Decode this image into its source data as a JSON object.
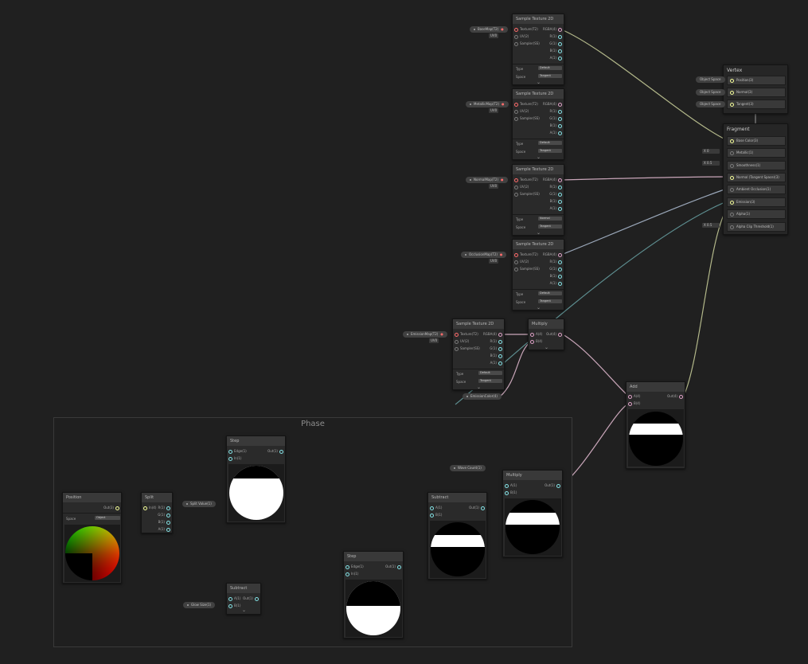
{
  "group": {
    "title": "Phase"
  },
  "nodes": {
    "sample1": {
      "title": "Sample Texture 2D",
      "in": [
        "Texture(T2)",
        "UV(2)",
        "Sampler(SS)"
      ],
      "out": [
        "RGBA(4)",
        "R(1)",
        "G(1)",
        "B(1)",
        "A(1)"
      ],
      "type_label": "Type",
      "type_value": "Default",
      "space_label": "Space",
      "space_value": "Tangent"
    },
    "sample2": {
      "title": "Sample Texture 2D",
      "in": [
        "Texture(T2)",
        "UV(2)",
        "Sampler(SS)"
      ],
      "out": [
        "RGBA(4)",
        "R(1)",
        "G(1)",
        "B(1)",
        "A(1)"
      ],
      "type_label": "Type",
      "type_value": "Default",
      "space_label": "Space",
      "space_value": "Tangent"
    },
    "sample3": {
      "title": "Sample Texture 2D",
      "in": [
        "Texture(T2)",
        "UV(2)",
        "Sampler(SS)"
      ],
      "out": [
        "RGBA(4)",
        "R(1)",
        "G(1)",
        "B(1)",
        "A(1)"
      ],
      "type_label": "Type",
      "type_value": "Normal",
      "space_label": "Space",
      "space_value": "Tangent"
    },
    "sample4": {
      "title": "Sample Texture 2D",
      "in": [
        "Texture(T2)",
        "UV(2)",
        "Sampler(SS)"
      ],
      "out": [
        "RGBA(4)",
        "R(1)",
        "G(1)",
        "B(1)",
        "A(1)"
      ],
      "type_label": "Type",
      "type_value": "Default",
      "space_label": "Space",
      "space_value": "Tangent"
    },
    "sample5": {
      "title": "Sample Texture 2D",
      "in": [
        "Texture(T2)",
        "UV(2)",
        "Sampler(SS)"
      ],
      "out": [
        "RGBA(4)",
        "R(1)",
        "G(1)",
        "B(1)",
        "A(1)"
      ],
      "type_label": "Type",
      "type_value": "Default",
      "space_label": "Space",
      "space_value": "Tangent"
    },
    "multiply_top": {
      "title": "Multiply",
      "in": [
        "A(4)",
        "B(4)"
      ],
      "out": [
        "Out(4)"
      ]
    },
    "add": {
      "title": "Add",
      "in": [
        "A(4)",
        "B(4)"
      ],
      "out": [
        "Out(4)"
      ]
    },
    "position": {
      "title": "Position",
      "out": [
        "Out(3)"
      ],
      "space_label": "Space",
      "space_value": "Object"
    },
    "split": {
      "title": "Split",
      "in": [
        "In(4)"
      ],
      "out": [
        "R(1)",
        "G(1)",
        "B(1)",
        "A(1)"
      ]
    },
    "step1": {
      "title": "Step",
      "in": [
        "Edge(1)",
        "In(1)"
      ],
      "out": [
        "Out(1)"
      ]
    },
    "step2": {
      "title": "Step",
      "in": [
        "Edge(1)",
        "In(1)"
      ],
      "out": [
        "Out(1)"
      ]
    },
    "subtract1": {
      "title": "Subtract",
      "in": [
        "A(1)",
        "B(1)"
      ],
      "out": [
        "Out(1)"
      ]
    },
    "subtract2": {
      "title": "Subtract",
      "in": [
        "A(1)",
        "B(1)"
      ],
      "out": [
        "Out(1)"
      ]
    },
    "multiply_bottom": {
      "title": "Multiply",
      "in": [
        "A(1)",
        "B(1)"
      ],
      "out": [
        "Out(1)"
      ]
    }
  },
  "pills": {
    "basemap": "BaseMap(T2)",
    "metallicmap": "MetallicMap(T2)",
    "normalmap": "NormalMap(T2)",
    "occlusionmap": "OcclusionMap(T2)",
    "emissionmap": "EmissionMap(T2)",
    "emissioncolor": "EmissionColor(4)",
    "splitvalue": "Split Value(1)",
    "wavecount": "Wave Count(1)",
    "glowsize": "Glow Size(1)"
  },
  "uv_label": "UV0",
  "vertex": {
    "title": "Vertex",
    "blocks": [
      "Position(3)",
      "Normal(3)",
      "Tangent(3)"
    ],
    "spaces": [
      "Object Space",
      "Object Space",
      "Object Space"
    ]
  },
  "fragment": {
    "title": "Fragment",
    "blocks": [
      "Base Color(3)",
      "Metallic(1)",
      "Smoothness(1)",
      "Normal (Tangent Space)(3)",
      "Ambient Occlusion(1)",
      "Emission(3)",
      "Alpha(1)",
      "Alpha Clip Threshold(1)"
    ],
    "values": {
      "metallic": "0",
      "smoothness": "0.5",
      "alpha_clip": "0.5"
    },
    "x_label": "X"
  },
  "colors": {
    "vec4": "#e0a2c8",
    "vec1": "#84e4e7",
    "vec3": "#f6ff9a",
    "texture": "#ff6b6b"
  }
}
